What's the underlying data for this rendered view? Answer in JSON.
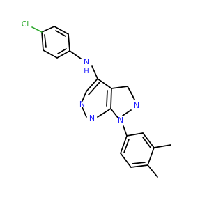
{
  "molecule": {
    "atom_labels": {
      "chlorine": "Cl",
      "amine_n": "N",
      "amine_h": "H",
      "pyrimidine_n_top": "N",
      "pyrimidine_n_bottom": "N",
      "pyrazole_n_upper": "N",
      "pyrazole_n_lower": "N"
    },
    "colors": {
      "bond": "#000000",
      "nitrogen": "#1f1fff",
      "chlorine": "#2ca82c",
      "background": "#ffffff"
    }
  }
}
